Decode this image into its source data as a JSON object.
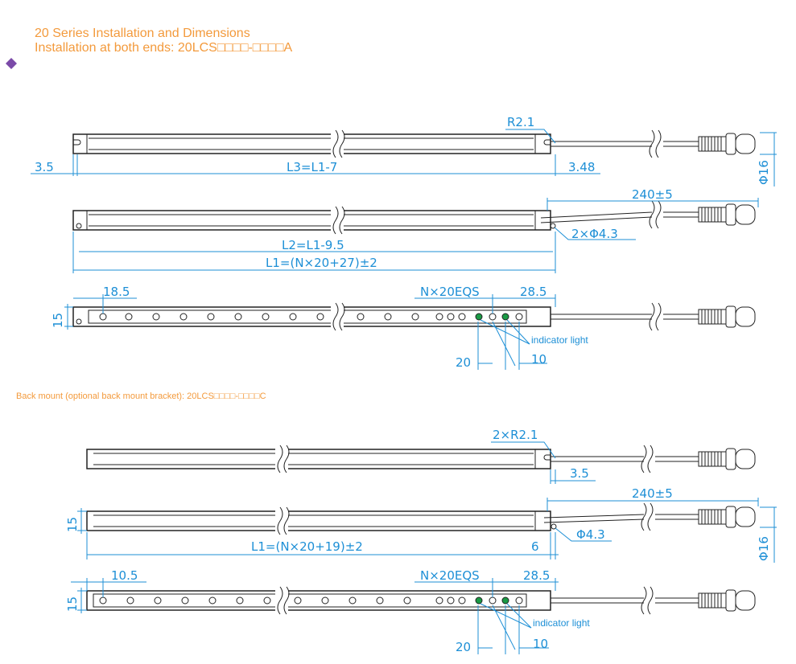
{
  "header": {
    "title": "20 Series Installation and Dimensions",
    "subtitle": "Installation at both ends: 20LCS□□□□-□□□□A",
    "back_mount": "Back mount (optional back mount bracket): 20LCS□□□□-□□□□C"
  },
  "colors": {
    "accent_orange": "#f39a3c",
    "dimension_blue": "#1d8fd6",
    "diamond_purple": "#7b4aa8",
    "led_green": "#1a9a45"
  },
  "top_set": {
    "r21": "R2.1",
    "d35": "3.5",
    "l3": "L3=L1-7",
    "d348": "3.48",
    "phi16": "Φ16",
    "cable": "240±5",
    "holes": "2×Φ4.3",
    "l2": "L2=L1-9.5",
    "l1": "L1=(N×20+27)±2",
    "d185": "18.5",
    "pitch": "N×20EQS",
    "d285": "28.5",
    "d15": "15",
    "indicator": "indicator light",
    "d20": "20",
    "d10": "10"
  },
  "bottom_set": {
    "r21": "2×R2.1",
    "d35": "3.5",
    "cable": "240±5",
    "d15a": "15",
    "phi43": "Φ4.3",
    "phi16": "Φ16",
    "l1": "L1=(N×20+19)±2",
    "d6": "6",
    "d105": "10.5",
    "pitch": "N×20EQS",
    "d285": "28.5",
    "d15b": "15",
    "indicator": "indicator light",
    "d20": "20",
    "d10": "10"
  }
}
